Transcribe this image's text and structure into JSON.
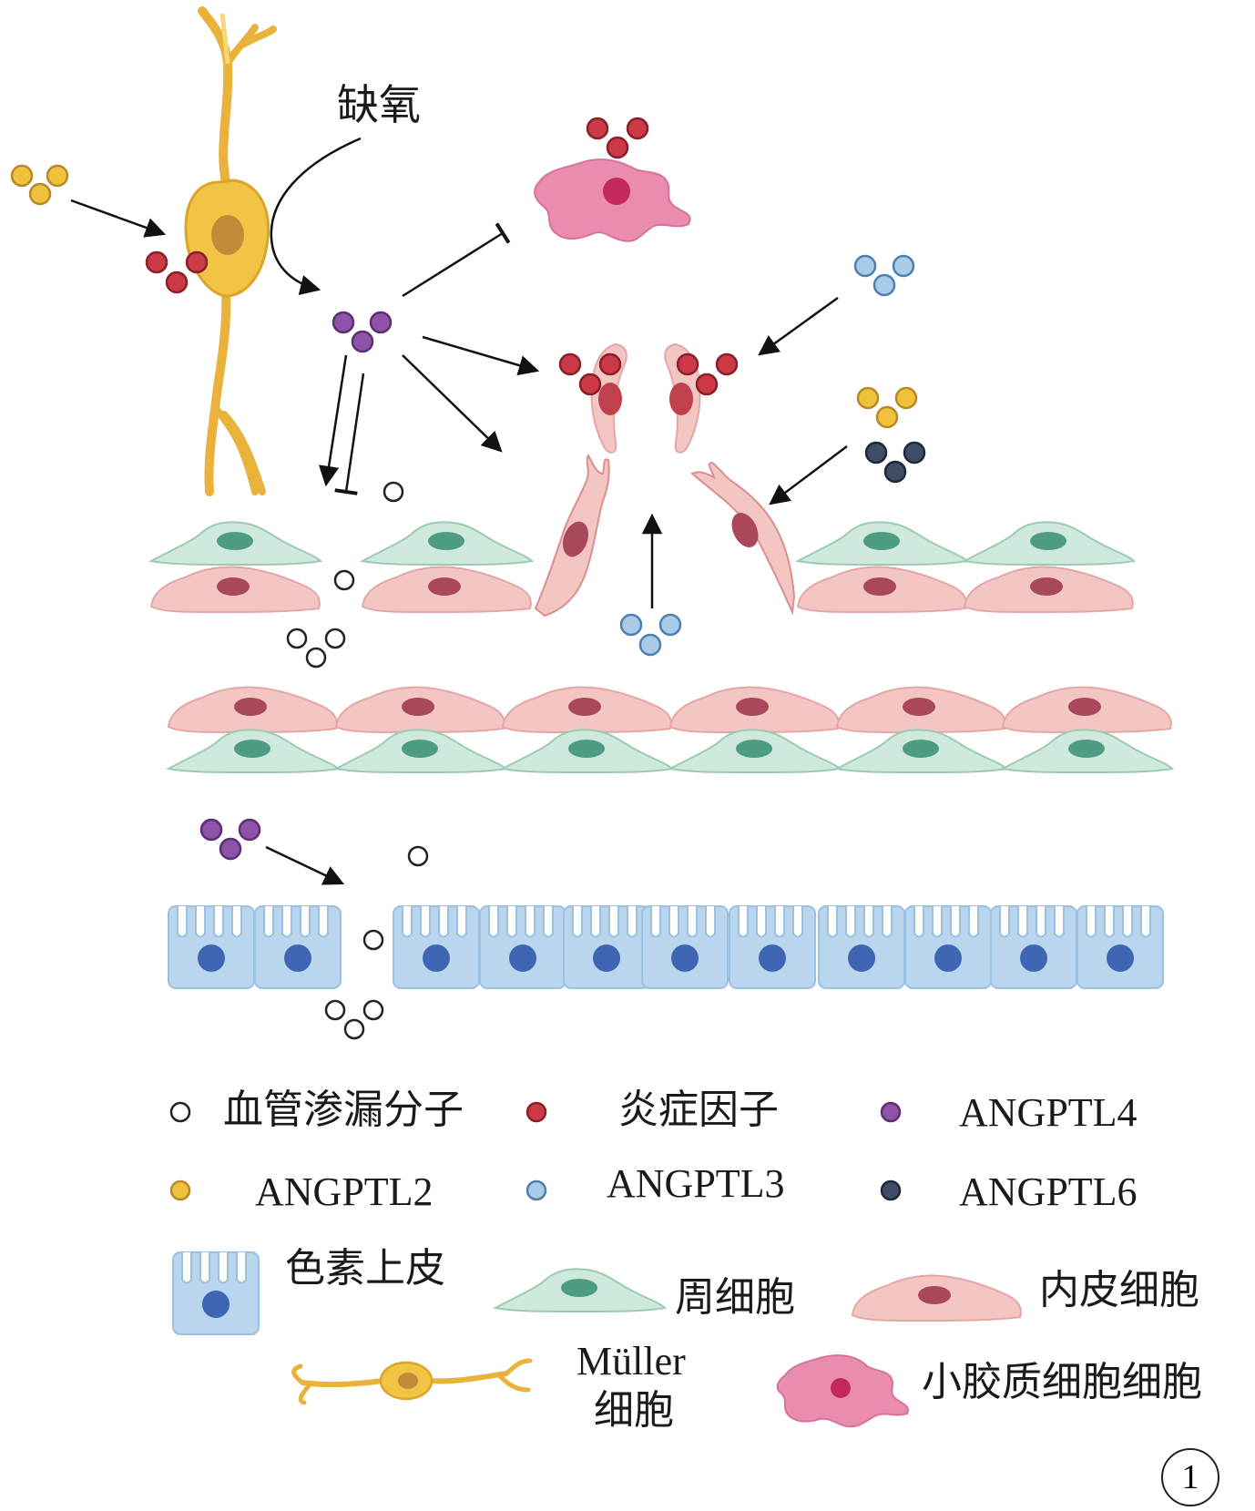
{
  "labels": {
    "hypoxia": "缺氧"
  },
  "legend": {
    "leakage_molecule": "血管渗漏分子",
    "inflammatory_factor": "炎症因子",
    "angptl4": "ANGPTL4",
    "angptl2": "ANGPTL2",
    "angptl3": "ANGPTL3",
    "angptl6": "ANGPTL6",
    "rpe": "色素上皮",
    "pericyte": "周细胞",
    "endothelial": "内皮细胞",
    "muller_line1": "Müller",
    "muller_line2": "细胞",
    "microglia": "小胶质细胞细胞"
  },
  "figure_number": "1",
  "colors": {
    "inflammatory": "#cc3a48",
    "angptl4": "#8e53a8",
    "angptl2": "#f0c23c",
    "angptl3": "#a9cbe8",
    "angptl6": "#3f4e66",
    "leakage": "#ffffff",
    "pericyte_fill": "#cfe9dc",
    "pericyte_nucleus": "#4f9c84",
    "endothelial_fill": "#f3c6c4",
    "endothelial_nucleus": "#a8485a",
    "rpe_fill": "#b9d6ee",
    "rpe_nucleus": "#3f66b3",
    "muller_fill": "#f2c446",
    "microglia_fill": "#ea8bb0"
  },
  "icons": [
    "muller-cell-icon",
    "microglia-icon",
    "pericyte-icon",
    "endothelial-cell-icon",
    "rpe-cell-icon",
    "molecule-dot-icon"
  ]
}
